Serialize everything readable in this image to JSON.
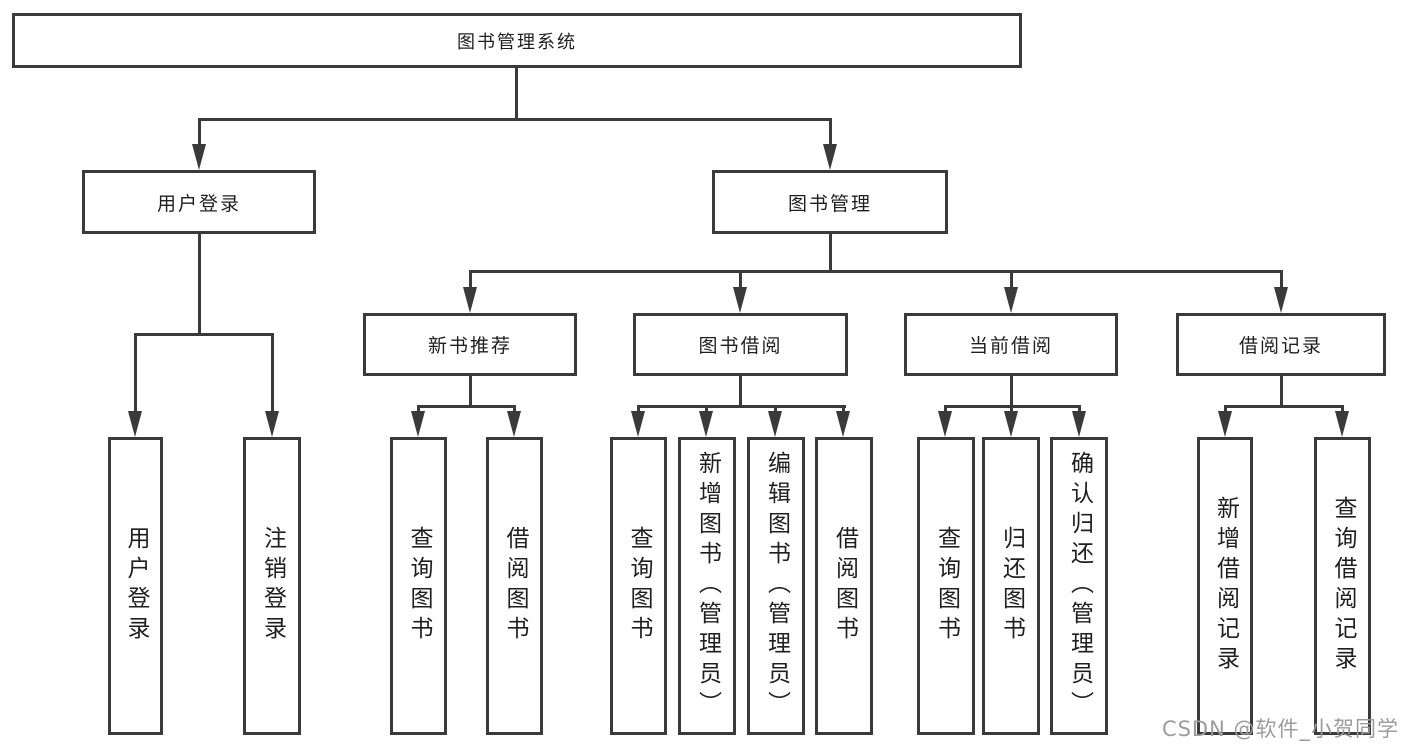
{
  "diagram_title": "图书管理系统",
  "tree": {
    "root": {
      "label": "图书管理系统"
    },
    "branches": [
      {
        "label": "用户登录",
        "children": [
          {
            "label": "用户登录"
          },
          {
            "label": "注销登录"
          }
        ]
      },
      {
        "label": "图书管理",
        "sections": [
          {
            "label": "新书推荐",
            "children": [
              {
                "label": "查询图书"
              },
              {
                "label": "借阅图书"
              }
            ]
          },
          {
            "label": "图书借阅",
            "children": [
              {
                "label": "查询图书"
              },
              {
                "label": "新增图书（管理员）"
              },
              {
                "label": "编辑图书（管理员）"
              },
              {
                "label": "借阅图书"
              }
            ]
          },
          {
            "label": "当前借阅",
            "children": [
              {
                "label": "查询图书"
              },
              {
                "label": "归还图书"
              },
              {
                "label": "确认归还（管理员）"
              }
            ]
          },
          {
            "label": "借阅记录",
            "children": [
              {
                "label": "新增借阅记录"
              },
              {
                "label": "查询借阅记录"
              }
            ]
          }
        ]
      }
    ]
  },
  "watermark": {
    "text": "CSDN @软件_小贺同学"
  },
  "colors": {
    "line": "#3a3a3a",
    "text": "#1f1f1f",
    "watermark": "#9c9c9c",
    "background": "#ffffff"
  }
}
